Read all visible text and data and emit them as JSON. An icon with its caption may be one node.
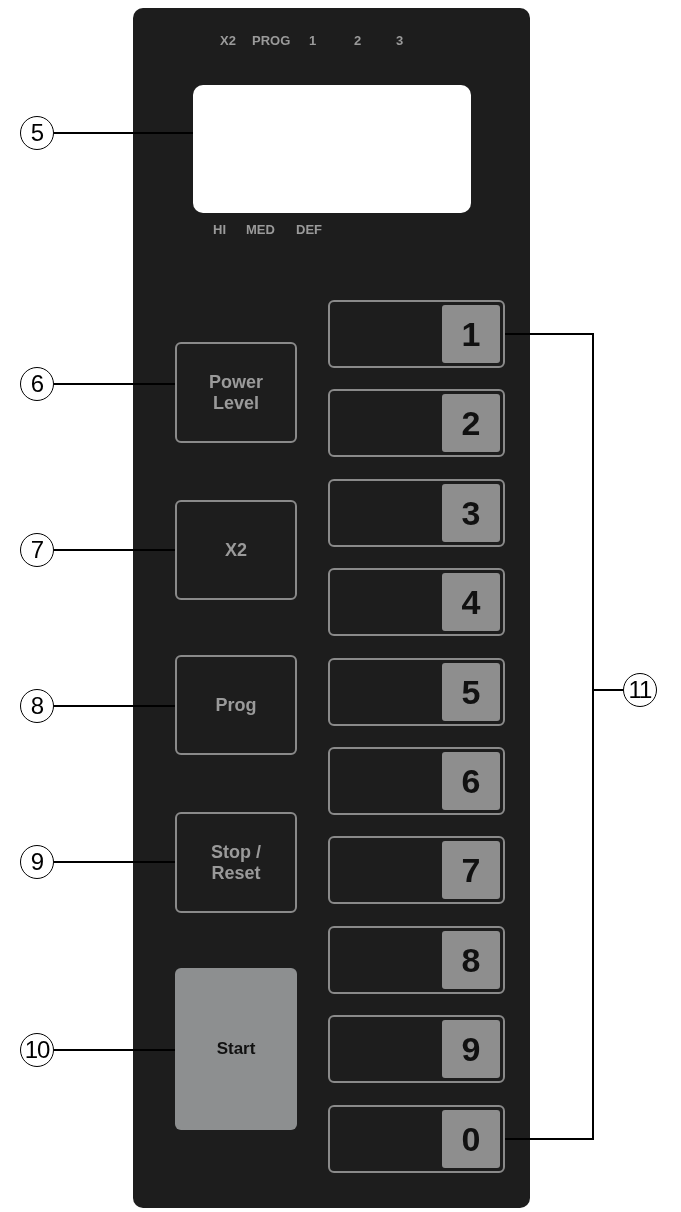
{
  "diagram": {
    "nodes": [
      {
        "text": [],
        "shape": "box"
      },
      {
        "text": [
          "5"
        ]
      },
      {
        "text": [],
        "shape": "box",
        "in": 0
      },
      {
        "text": [
          "6"
        ]
      },
      {
        "text": [
          "Power Level"
        ],
        "in": 0
      },
      {
        "text": [
          "7"
        ]
      },
      {
        "text": [
          "X2"
        ],
        "in": 0
      },
      {
        "text": [
          "8"
        ]
      },
      {
        "text": [
          "Prog"
        ],
        "in": 0
      },
      {
        "text": [
          "9"
        ]
      },
      {
        "text": [
          "Stop / Reset"
        ],
        "in": 0
      },
      {
        "text": [
          "10"
        ]
      },
      {
        "text": [
          "Start"
        ],
        "in": 0
      },
      {
        "text": [
          "1"
        ],
        "in": 0
      },
      {
        "text": [
          "2"
        ],
        "in": 0
      },
      {
        "text": [
          "3"
        ],
        "in": 0
      },
      {
        "text": [
          "4"
        ],
        "in": 0
      },
      {
        "text": [
          "5"
        ],
        "in": 0
      },
      {
        "text": [
          "6"
        ],
        "in": 0
      },
      {
        "text": [
          "7"
        ],
        "in": 0
      },
      {
        "text": [
          "8"
        ],
        "in": 0
      },
      {
        "text": [
          "9"
        ],
        "in": 0
      },
      {
        "text": [
          "0"
        ],
        "in": 0
      },
      {
        "text": [
          "11"
        ]
      }
    ],
    "edges": [
      {
        "from": 1,
        "to": 2,
        "arrow": "none"
      },
      {
        "from": 3,
        "to": 4,
        "arrow": "none"
      },
      {
        "from": 5,
        "to": 6,
        "arrow": "none"
      },
      {
        "from": 7,
        "to": 8,
        "arrow": "none"
      },
      {
        "from": 9,
        "to": 10,
        "arrow": "none"
      },
      {
        "from": 11,
        "to": 12,
        "arrow": "none"
      },
      {
        "from": 23,
        "to": 13,
        "arrow": "none"
      },
      {
        "from": 23,
        "to": 22,
        "arrow": "none"
      }
    ],
    "labels": [
      "X2",
      "PROG",
      "1",
      "2",
      "3",
      "HI",
      "MED",
      "DEF"
    ]
  }
}
